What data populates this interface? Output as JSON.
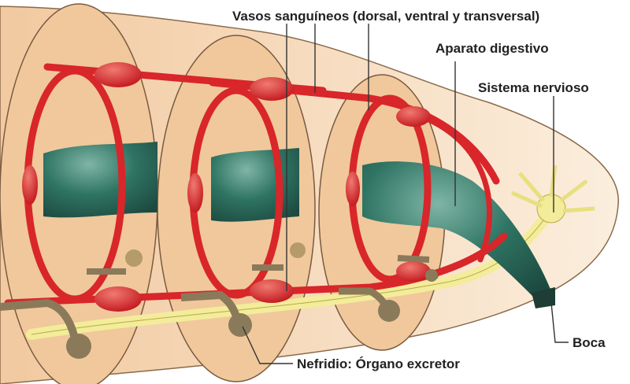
{
  "labels": {
    "vessels": "Vasos sanguíneos (dorsal, ventral y transversal)",
    "digestive": "Aparato digestivo",
    "nervous": "Sistema nervioso",
    "mouth": "Boca",
    "nephridium": "Nefridio: Órgano excretor"
  },
  "colors": {
    "body": "#f7dcbd",
    "septum": "#efc597",
    "vessel": "#d8262a",
    "gut": "#2f7463",
    "nerve": "#f3ec9a",
    "nephridium": "#8a7a5a"
  }
}
